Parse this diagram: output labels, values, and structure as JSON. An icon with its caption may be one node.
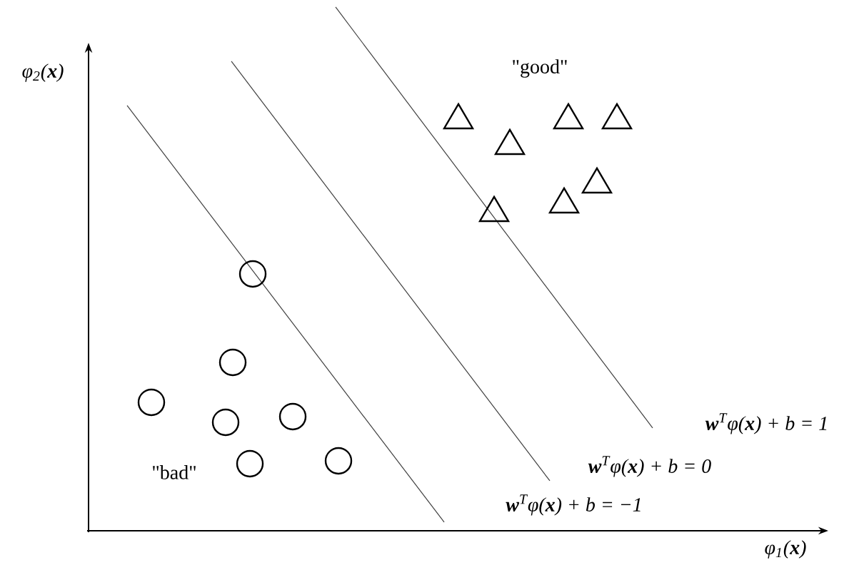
{
  "diagram": {
    "labels": [
      "φ$_{2}$(**x**)",
      "\"good\"",
      "**w**$^{T}$φ(**x**) + b = 1",
      "**w**$^{T}$φ(**x**) + b = 0",
      "\"bad\"",
      "**w**$^{T}$φ(**x**) + b = −1",
      "φ$_{1}$(**x**)"
    ]
  }
}
